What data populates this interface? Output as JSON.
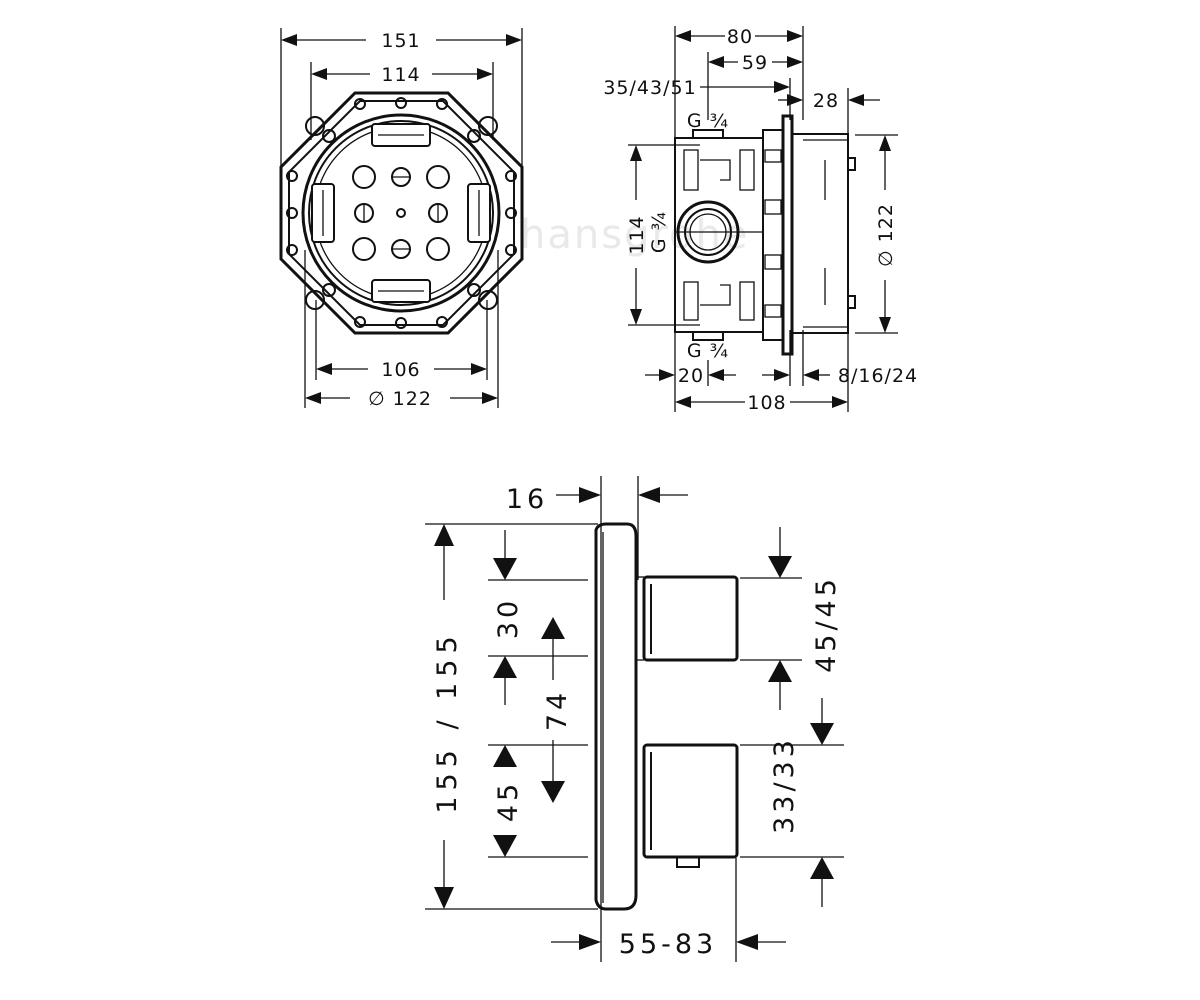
{
  "top_left_view": {
    "overall_width": "151",
    "inner_width": "114",
    "mount_spacing": "106",
    "diameter": "∅ 122"
  },
  "top_right_view": {
    "depth_80": "80",
    "depth_59": "59",
    "depth_range": "35/43/51",
    "thread_top": "G ¾",
    "thread_side": "G ¾",
    "thread_bottom": "G ¾",
    "height_114": "114",
    "offset_28": "28",
    "diameter": "∅ 122",
    "bottom_20": "20",
    "bottom_range": "8/16/24",
    "overall_depth": "108",
    "watermark": "hansgrohe"
  },
  "bottom_view": {
    "plate_thickness": "16",
    "plate_height": "155 / 155",
    "top_offset": "30",
    "handle_spacing": "74",
    "lower_offset": "45",
    "upper_handle": "45/45",
    "lower_handle": "33/33",
    "projection": "55-83"
  }
}
